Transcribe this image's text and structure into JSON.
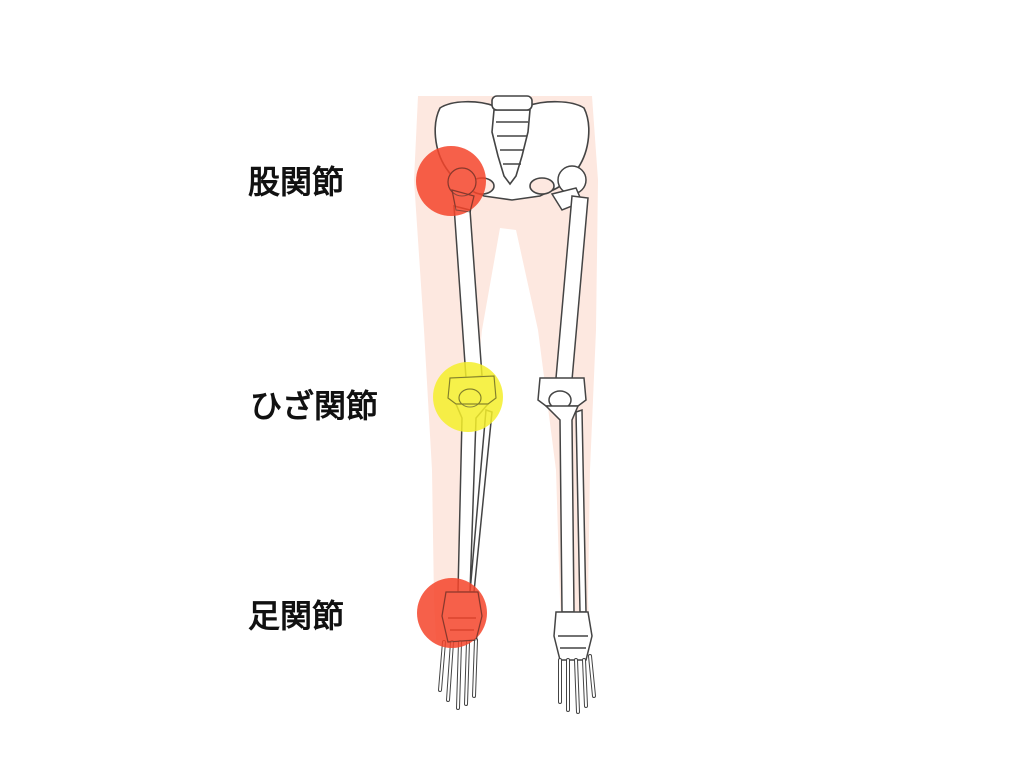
{
  "labels": {
    "hip": "股関節",
    "knee": "ひざ関節",
    "ankle": "足関節"
  },
  "colors": {
    "hip_marker": "#f5442a",
    "knee_marker": "#f4ef2a",
    "ankle_marker": "#f5442a",
    "body_silhouette": "#fde8e0",
    "bone_fill": "#ffffff",
    "bone_outline": "#444444"
  },
  "icons": {
    "figure": "skeleton-legs-icon"
  }
}
